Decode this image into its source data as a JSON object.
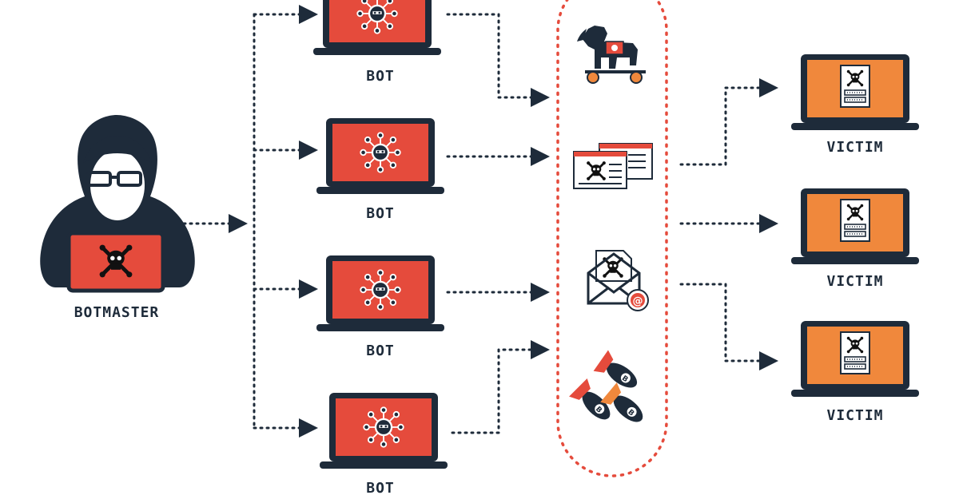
{
  "labels": {
    "botmaster": "BOTMASTER",
    "bot": "BOT",
    "victim": "VICTIM"
  },
  "bots": [
    {
      "label": "BOT"
    },
    {
      "label": "BOT"
    },
    {
      "label": "BOT"
    },
    {
      "label": "BOT"
    }
  ],
  "victims": [
    {
      "label": "VICTIM"
    },
    {
      "label": "VICTIM"
    },
    {
      "label": "VICTIM"
    }
  ],
  "payloads": [
    {
      "icon": "trojan-horse-icon"
    },
    {
      "icon": "infected-documents-icon"
    },
    {
      "icon": "phishing-email-icon"
    },
    {
      "icon": "bombs-icon"
    }
  ],
  "colors": {
    "dark": "#1e2b3a",
    "bot_red": "#e54b3c",
    "victim_orange": "#f0883c",
    "dashed_red": "#e54b3c"
  }
}
